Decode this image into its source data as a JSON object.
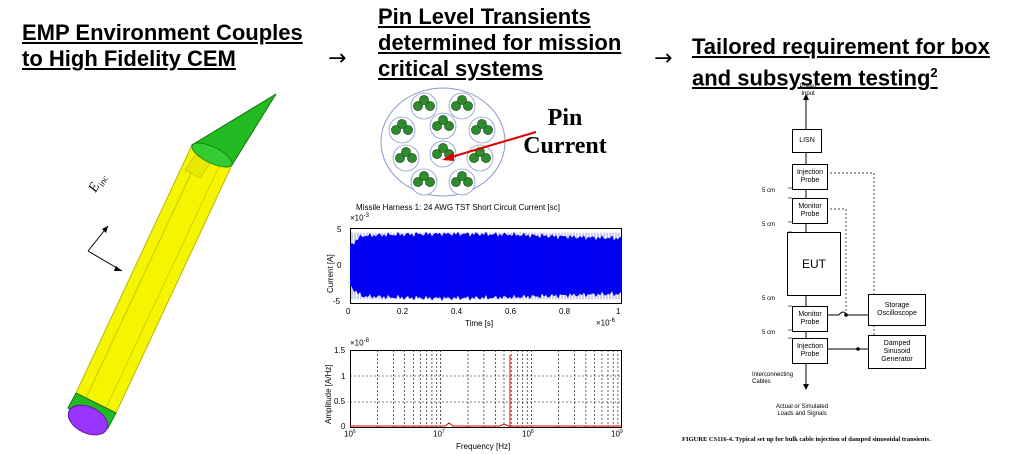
{
  "headings": {
    "left": [
      "EMP Environment Couples",
      "to High Fidelity CEM"
    ],
    "middle": [
      "Pin Level Transients",
      "determined for mission",
      "critical systems"
    ],
    "right_line1": "Tailored requirement for box",
    "right_line2": "and subsystem testing",
    "right_superscript": "2"
  },
  "arrows": [
    "→",
    "→"
  ],
  "einc_label": "E",
  "einc_sub": "inc",
  "pin_label": [
    "Pin",
    "Current"
  ],
  "time_plot": {
    "title": "Missile Harness 1: 24 AWG TST Short Circuit Current [sc]",
    "ylabel": "Current [A]",
    "xlabel": "Time [s]",
    "y_exponent": "×10",
    "y_exponent_power": "-3",
    "x_exponent": "×10",
    "x_exponent_power": "-6",
    "yticks": [
      "5",
      "0",
      "-5"
    ],
    "xticks": [
      "0",
      "0.2",
      "0.4",
      "0.6",
      "0.8",
      "1"
    ]
  },
  "freq_plot": {
    "ylabel": "Amplitude [A/Hz]",
    "xlabel": "Frequency [Hz]",
    "y_exponent": "×10",
    "y_exponent_power": "-8",
    "yticks": [
      "1.5",
      "1",
      "0.5",
      "0"
    ],
    "xticks_base": [
      "10",
      "10",
      "10",
      "10"
    ],
    "xticks_power": [
      "6",
      "7",
      "8",
      "9"
    ]
  },
  "setup": {
    "power_input": [
      "Power",
      "Input"
    ],
    "lisn": "LISN",
    "injection_probe": [
      "Injection",
      "Probe"
    ],
    "monitor_probe": [
      "Monitor",
      "Probe"
    ],
    "eut": "EUT",
    "storage_oscilloscope": [
      "Storage",
      "Oscilloscope"
    ],
    "damped_sinusoid_generator": [
      "Damped",
      "Sinusoid",
      "Generator"
    ],
    "spacing": "5 cm",
    "interconnecting_cables": [
      "Interconnecting",
      "Cables"
    ],
    "loads_signals": [
      "Actual or Simulated",
      "Loads and Signals"
    ],
    "figure_caption": "FIGURE CS116-4.  Typical set up for bulk cable injection of damped sinusoidal transients."
  },
  "colors": {
    "missile_body": "#f5f500",
    "missile_nose": "#22bb22",
    "missile_tail": "#9933ff",
    "signal_blue": "#0000ff",
    "spectrum_red": "#dd0000",
    "wire_green": "#2e8b2e"
  }
}
